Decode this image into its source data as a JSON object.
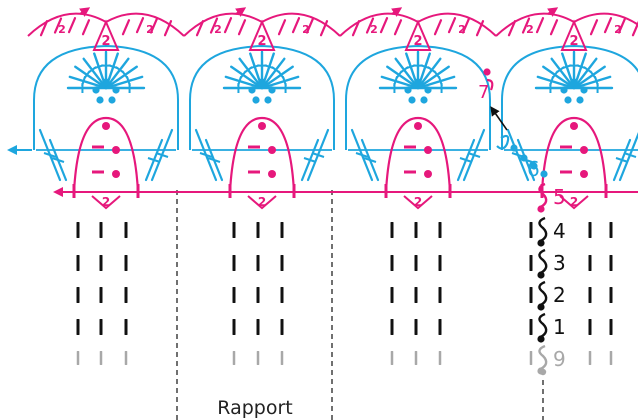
{
  "colors": {
    "pink": "#e6187c",
    "blue": "#1ea6de",
    "black": "#111111",
    "gray": "#a8a8a8",
    "white": "#ffffff"
  },
  "legend": {
    "repeat_label": "Rapport"
  },
  "row_numbers": [
    {
      "text": "9",
      "color": "gray"
    },
    {
      "text": "1",
      "color": "black"
    },
    {
      "text": "2",
      "color": "black"
    },
    {
      "text": "3",
      "color": "black"
    },
    {
      "text": "4",
      "color": "black"
    },
    {
      "text": "5",
      "color": "pink"
    },
    {
      "text": "6",
      "color": "blue"
    },
    {
      "text": "7",
      "color": "pink"
    }
  ],
  "stitch_marks": {
    "fan_number": "2",
    "shell_number": "2"
  },
  "icons": [
    "chain-loop-icon",
    "arrow-icon"
  ]
}
